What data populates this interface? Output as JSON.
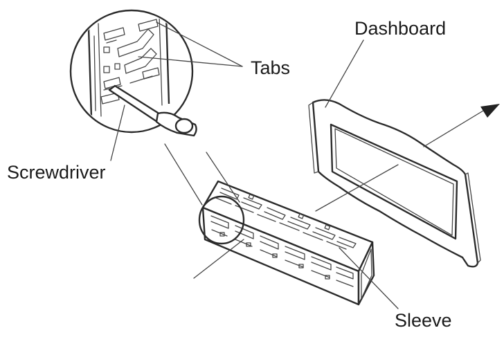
{
  "labels": {
    "dashboard": "Dashboard",
    "tabs": "Tabs",
    "screwdriver": "Screwdriver",
    "sleeve": "Sleeve"
  },
  "colors": {
    "ink": "#2b2b2b",
    "background": "#ffffff"
  }
}
